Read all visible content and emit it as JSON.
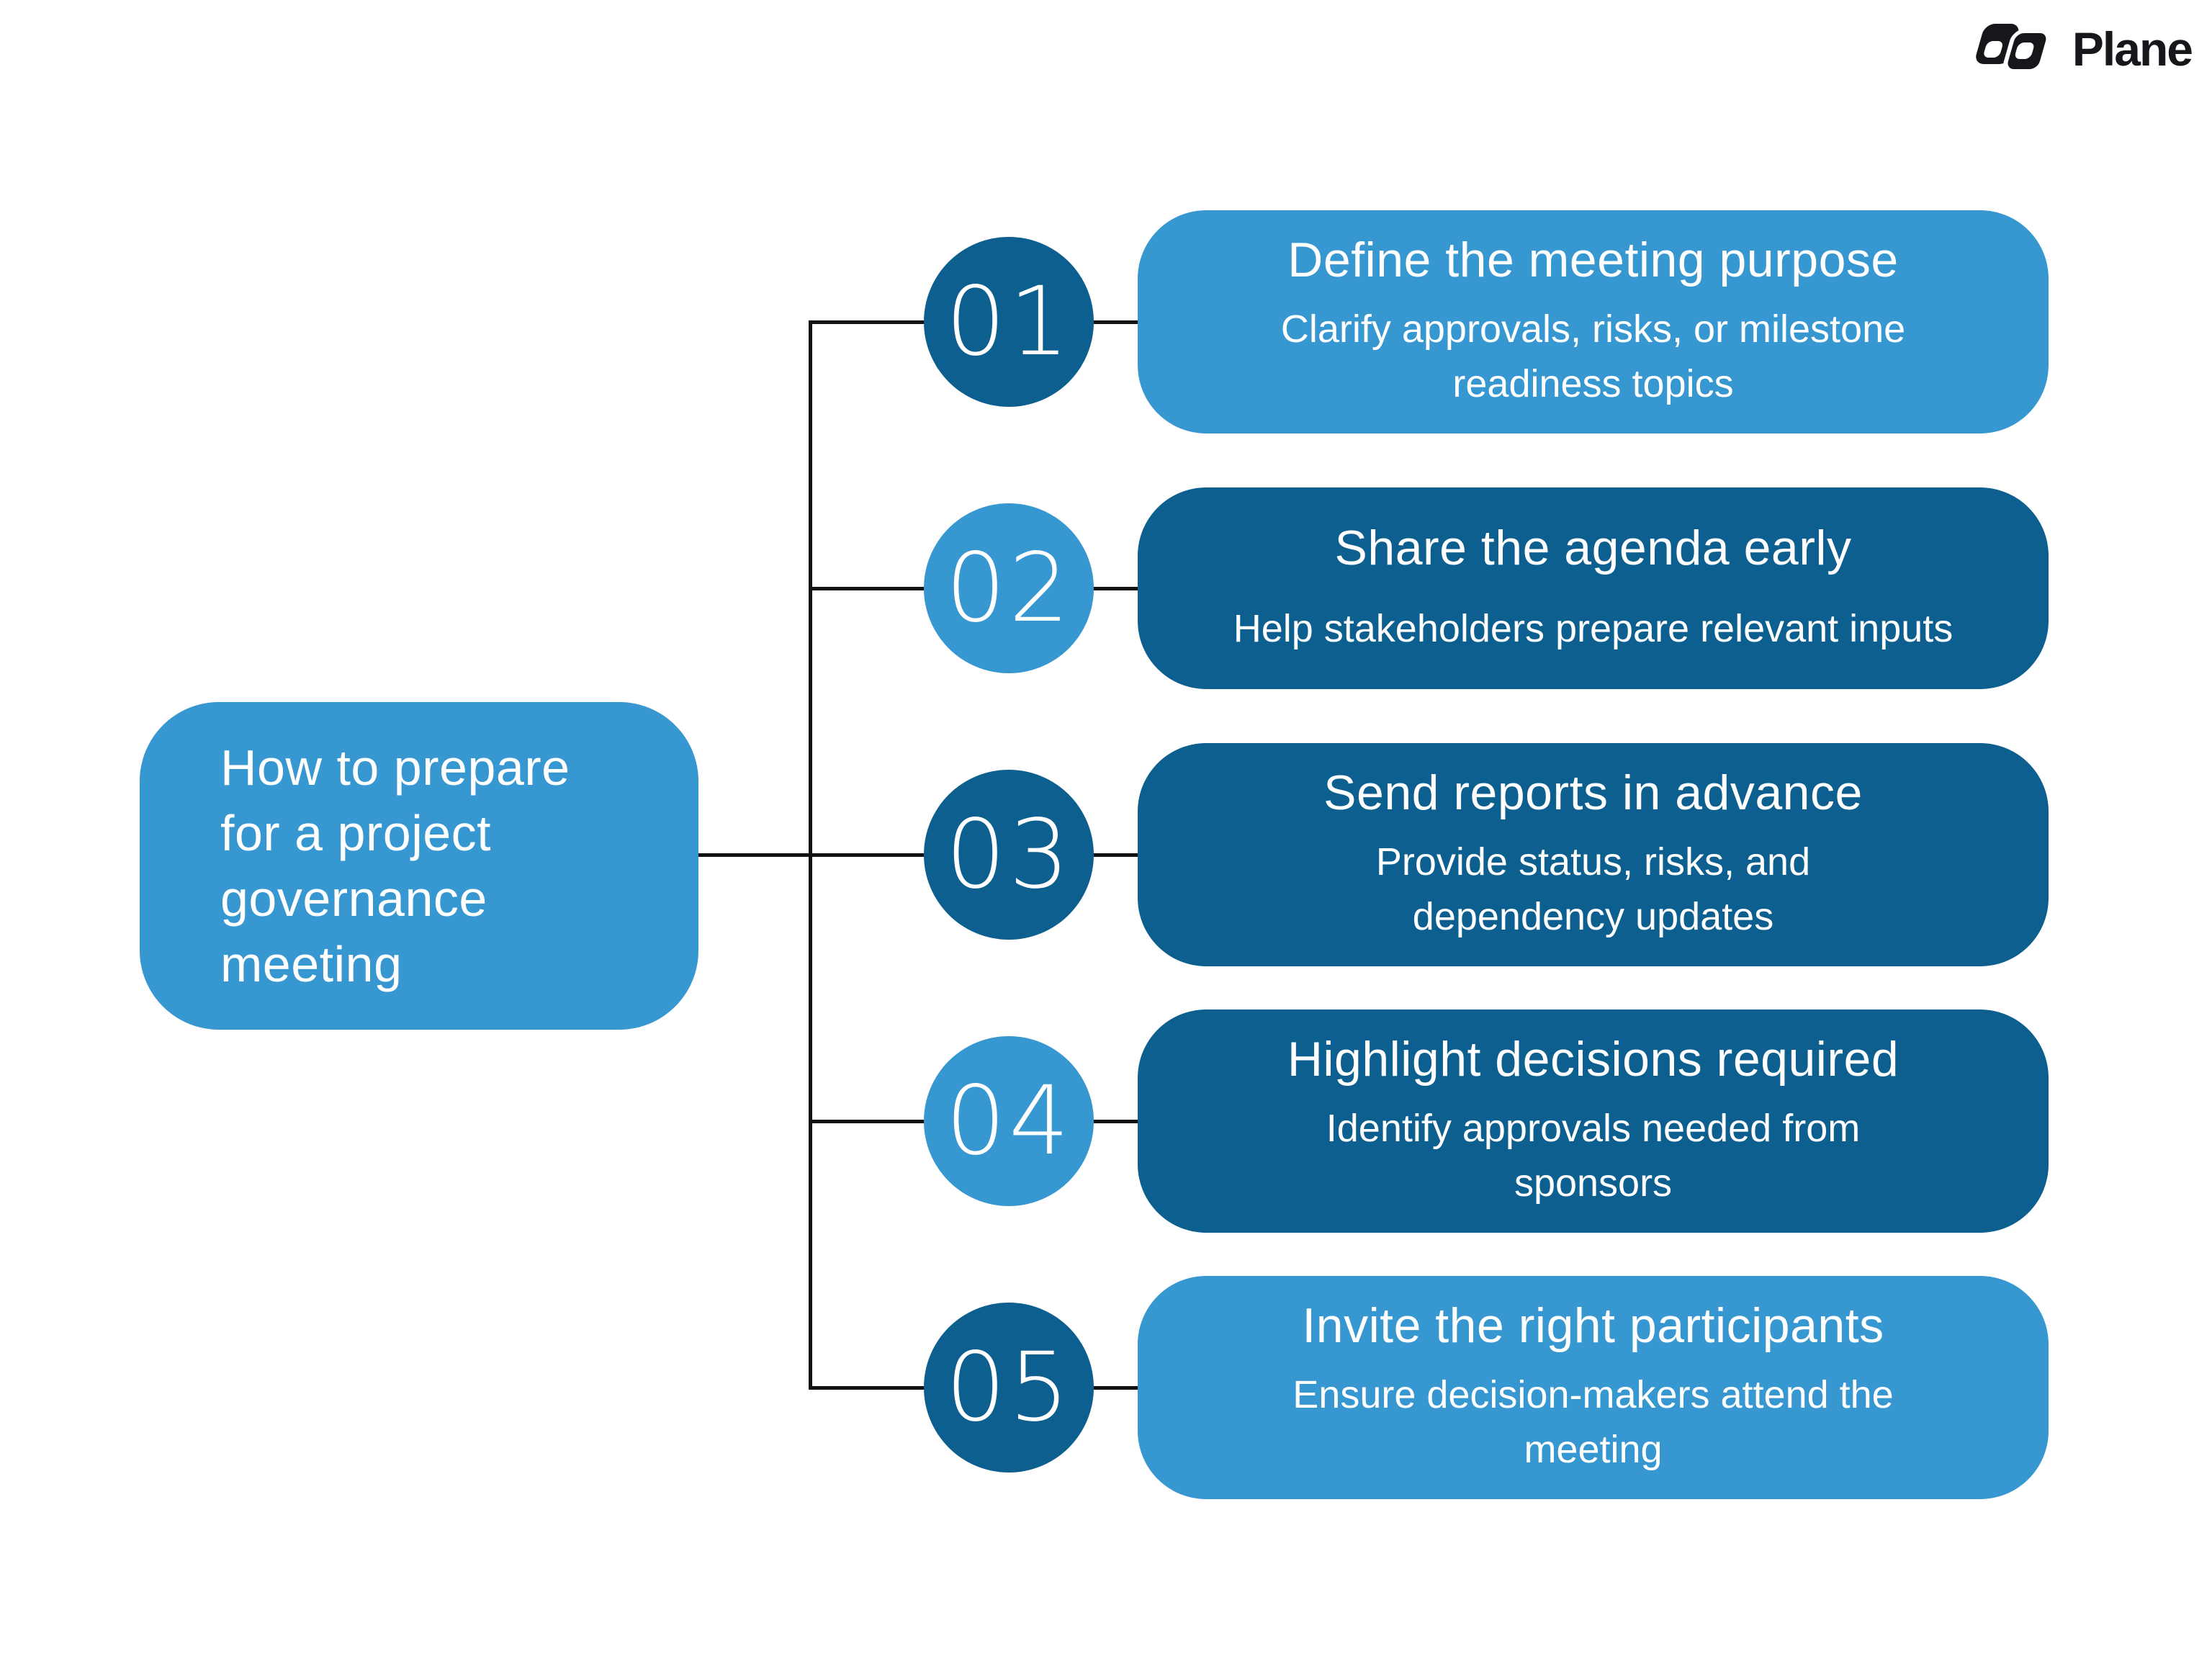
{
  "brand": {
    "logo_text": "Plane"
  },
  "main_box": {
    "title": "How to prepare for a project governance meeting"
  },
  "steps": [
    {
      "number": "01",
      "title": "Define the meeting purpose",
      "description": "Clarify approvals, risks, or milestone readiness topics",
      "circle_tone": "dark",
      "box_tone": "light"
    },
    {
      "number": "02",
      "title": "Share the agenda early",
      "description": "Help stakeholders prepare relevant inputs",
      "circle_tone": "light",
      "box_tone": "dark"
    },
    {
      "number": "03",
      "title": "Send reports in advance",
      "description": "Provide status, risks, and dependency updates",
      "circle_tone": "dark",
      "box_tone": "dark"
    },
    {
      "number": "04",
      "title": "Highlight decisions required",
      "description": "Identify approvals needed from sponsors",
      "circle_tone": "light",
      "box_tone": "dark"
    },
    {
      "number": "05",
      "title": "Invite the right participants",
      "description": "Ensure decision-makers attend the meeting",
      "circle_tone": "dark",
      "box_tone": "light"
    }
  ],
  "colors": {
    "light_blue": "#3797D0",
    "dark_blue": "#0D5F8F",
    "connector_line": "#111111",
    "logo_black": "#17171B",
    "text_white": "#FFFFFF"
  }
}
